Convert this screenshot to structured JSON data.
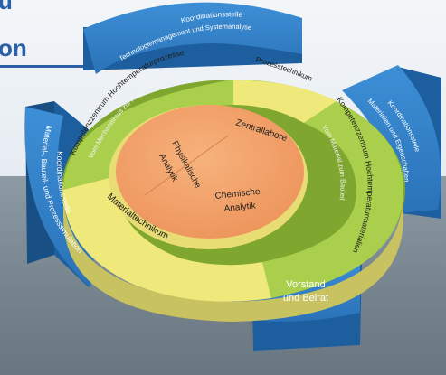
{
  "header": {
    "title_top": "u",
    "title": "on"
  },
  "colors": {
    "blue_segment": "#2f7fc9",
    "blue_segment_dark": "#1d5f9e",
    "green_ring": "#a9cf4d",
    "green_ring_dark": "#7fa62e",
    "yellow_ring": "#efe87a",
    "core": "#f2a36c",
    "title_blue": "#2b5fa8"
  },
  "diagram": {
    "core_labels": {
      "top": "Zentrallabore",
      "left_line1": "Physikalische",
      "left_line2": "Analytik",
      "bottom_line1": "Chemische",
      "bottom_line2": "Analytik"
    },
    "inner_ring": {
      "prozesstechnikum": "Prozesstechnikum",
      "materialtechnikum": "Materialtechnikum",
      "kompetenz_prozesse_title": "Kompetenzzentrum Hochtemperaturprozesse",
      "kompetenz_prozesse_sub": "Vom Mechanismus zur Anwendung",
      "kompetenz_werkstoffe_title": "Kompetenzzentrum Hochtemperaturmaterialien",
      "kompetenz_werkstoffe_sub": "Vom Material zum Bauteil"
    },
    "outer_segments": {
      "top_line1": "Koordinationsstelle",
      "top_line2": "Technologiemanagement und Systemanalyse",
      "right_line1": "Koordinationsstelle",
      "right_line2": "Materialien und Eigenschaften",
      "left_line1": "Koordinationsstelle",
      "left_line2": "Material-, Bauteil- und Prozesssimulation",
      "bottom_line1": "Vorstand",
      "bottom_line2": "und Beirat"
    }
  }
}
